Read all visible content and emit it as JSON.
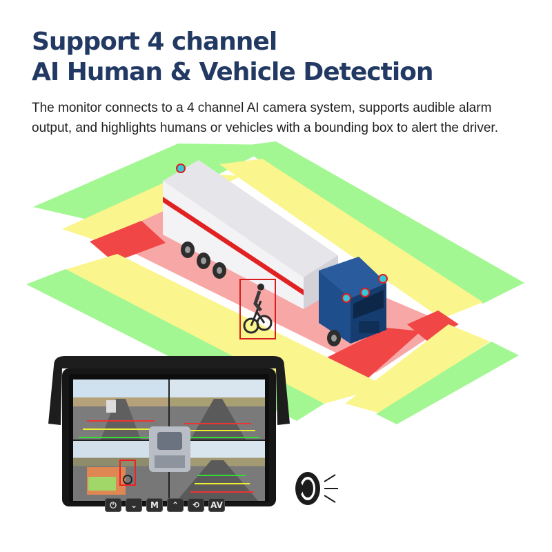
{
  "headline": {
    "line1": "Support 4 channel",
    "line2": "AI Human & Vehicle Detection"
  },
  "description": "The monitor connects to a 4 channel AI camera system, supports audible alarm output, and highlights humans or vehicles with a bounding box to alert the driver.",
  "monitor": {
    "buttons": [
      {
        "id": "power",
        "icon": "power-icon",
        "label": "⏻"
      },
      {
        "id": "down",
        "icon": "chevron-down-icon",
        "label": "⌄"
      },
      {
        "id": "menu",
        "icon": "menu-m",
        "label": "M"
      },
      {
        "id": "up",
        "icon": "chevron-up-icon",
        "label": "⌃"
      },
      {
        "id": "rotate",
        "icon": "rotate-icon",
        "label": "⟲"
      },
      {
        "id": "av",
        "icon": "av-text",
        "label": "AV"
      }
    ]
  },
  "colors": {
    "headline": "#223a63",
    "zone_green": "#9cf58c",
    "zone_yellow": "#fbf88a",
    "zone_red": "#f7a8a8",
    "zone_red_dark": "#ef3b3b",
    "bounding_box": "#d81e1e",
    "truck_cab": "#1f4e8c"
  }
}
